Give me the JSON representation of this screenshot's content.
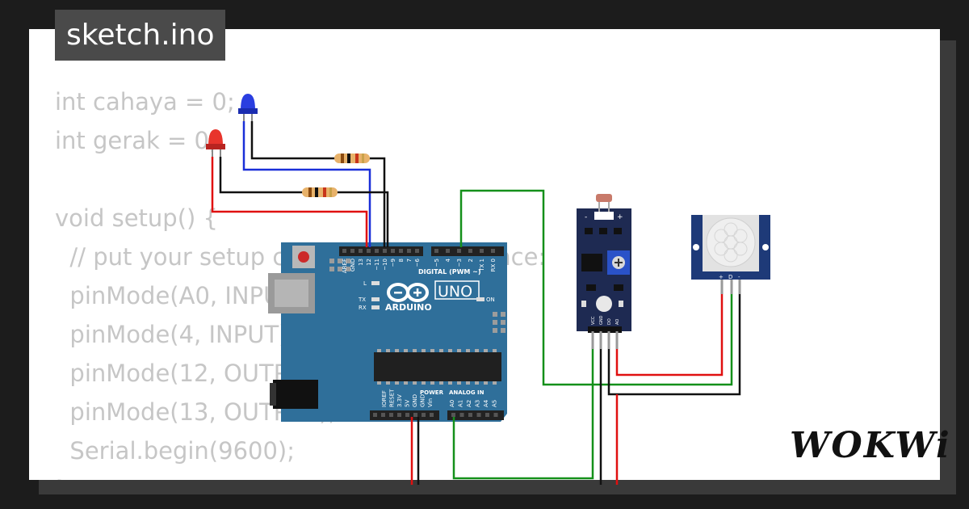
{
  "title": "sketch.ino",
  "code_lines": [
    "int cahaya = 0;",
    "int gerak = 0;",
    "",
    "void setup() {",
    "  // put your setup code here, to run once:",
    "  pinMode(A0, INPUT);",
    "  pinMode(4, INPUT);",
    "  pinMode(12, OUTPUT);",
    "  pinMode(13, OUTPUT);",
    "  Serial.begin(9600);",
    "}"
  ],
  "board": {
    "brand": "ARDUINO",
    "model": "UNO",
    "digital_header": "DIGITAL (PWM ~)",
    "power_header": "POWER",
    "analog_header": "ANALOG IN",
    "on_label": "ON",
    "l_label": "L",
    "tx_label": "TX",
    "rx_label": "RX",
    "digital_pins": [
      "AREF",
      "GND",
      "13",
      "12",
      "~11",
      "~10",
      "~9",
      "8",
      "7",
      "~6",
      "~5",
      "4",
      "~3",
      "2",
      "TX 1",
      "RX 0"
    ],
    "power_pins": [
      "IOREF",
      "RESET",
      "3.3V",
      "5V",
      "GND",
      "GND",
      "Vin"
    ],
    "analog_pins": [
      "A0",
      "A1",
      "A2",
      "A3",
      "A4",
      "A5"
    ]
  },
  "ldr_module": {
    "pins": [
      "VCC",
      "GND",
      "DO",
      "AO"
    ],
    "top_labels": [
      "-",
      "+"
    ]
  },
  "pir_module": {
    "pins": [
      "+",
      "D",
      "-"
    ]
  },
  "logo": "WOKWi",
  "colors": {
    "background": "#1c1c1c",
    "card": "#ffffff",
    "code_text": "#c6c6c6",
    "board": "#2f6f9a",
    "wire_red": "#e01010",
    "wire_black": "#111111",
    "wire_blue": "#1a2fd8",
    "wire_green": "#14901a",
    "led_red": "#e8342c",
    "led_blue": "#2a3ee0"
  }
}
